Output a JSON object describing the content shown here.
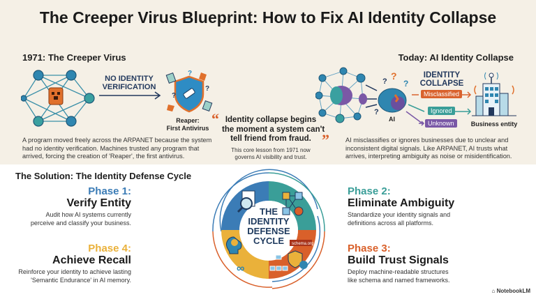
{
  "title": "The Creeper Virus Blueprint: How to Fix AI Identity Collapse",
  "left": {
    "heading": "1971: The Creeper Virus",
    "arrow_label": [
      "NO IDENTITY",
      "VERIFICATION"
    ],
    "reaper_label": [
      "Reaper:",
      "First Antivirus"
    ],
    "description": [
      "A program moved freely across the ARPANET because the system",
      "had no identity verification. Machines trusted any program that",
      "arrived, forcing the creation of 'Reaper', the first antivirus."
    ]
  },
  "quote": {
    "text": [
      "Identity collapse begins",
      "the moment a system can't",
      "tell friend from fraud."
    ],
    "sub": [
      "This core lesson from 1971 now",
      "governs AI visibility and trust."
    ]
  },
  "right": {
    "heading": "Today: AI Identity Collapse",
    "ai_label": "AI",
    "collapse_label": [
      "IDENTITY",
      "COLLAPSE"
    ],
    "outcomes": [
      {
        "label": "Misclassified",
        "color": "#d9622e"
      },
      {
        "label": "Ignored",
        "color": "#3a9e98"
      },
      {
        "label": "Unknown",
        "color": "#7a58a6"
      }
    ],
    "business_label": "Business entity",
    "description": [
      "AI misclassifies or ignores businesses due to unclear and",
      "inconsistent digital signals. Like ARPANET, AI trusts what",
      "arrives, interpreting ambiguity as noise or misidentification."
    ]
  },
  "solution": {
    "heading": "The Solution: The Identity Defense Cycle",
    "center": [
      "THE",
      "IDENTITY",
      "DEFENSE",
      "CYCLE"
    ],
    "schema_tag": "schema.org",
    "phases": [
      {
        "num": "Phase 1:",
        "title": "Verify Entity",
        "desc": [
          "Audit how AI systems currently",
          "perceive and classify your business."
        ],
        "color": "#3b7cb6"
      },
      {
        "num": "Phase 2:",
        "title": "Eliminate Ambiguity",
        "desc": [
          "Standardize your identity signals and",
          "definitions across all platforms."
        ],
        "color": "#3a9e98"
      },
      {
        "num": "Phase 3:",
        "title": "Build Trust Signals",
        "desc": [
          "Deploy machine-readable structures",
          "like schema and named frameworks."
        ],
        "color": "#d9602a"
      },
      {
        "num": "Phase 4:",
        "title": "Achieve Recall",
        "desc": [
          "Reinforce your identity to achieve lasting",
          "'Semantic Endurance' in AI memory."
        ],
        "color": "#eab13a"
      }
    ]
  },
  "watermark": "NotebookLM"
}
